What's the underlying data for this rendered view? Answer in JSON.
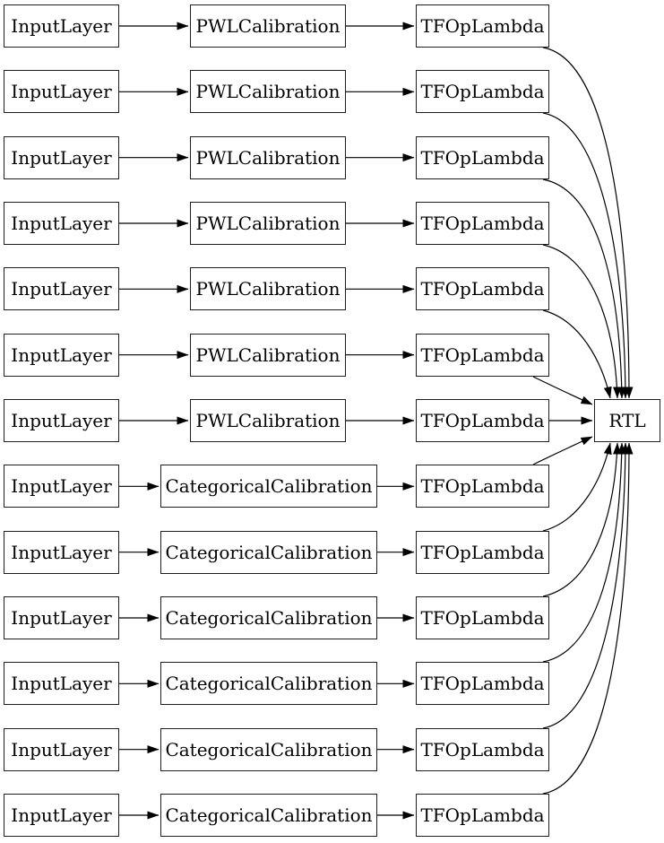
{
  "diagram": {
    "colors": {
      "background": "#ffffff",
      "node_fill": "#ffffff",
      "node_border": "#1f1f1f",
      "edge": "#000000",
      "text": "#000000"
    },
    "rtl_label": "RTL",
    "rows": [
      {
        "input": "InputLayer",
        "calibration": "PWLCalibration",
        "op": "TFOpLambda"
      },
      {
        "input": "InputLayer",
        "calibration": "PWLCalibration",
        "op": "TFOpLambda"
      },
      {
        "input": "InputLayer",
        "calibration": "PWLCalibration",
        "op": "TFOpLambda"
      },
      {
        "input": "InputLayer",
        "calibration": "PWLCalibration",
        "op": "TFOpLambda"
      },
      {
        "input": "InputLayer",
        "calibration": "PWLCalibration",
        "op": "TFOpLambda"
      },
      {
        "input": "InputLayer",
        "calibration": "PWLCalibration",
        "op": "TFOpLambda"
      },
      {
        "input": "InputLayer",
        "calibration": "PWLCalibration",
        "op": "TFOpLambda"
      },
      {
        "input": "InputLayer",
        "calibration": "CategoricalCalibration",
        "op": "TFOpLambda"
      },
      {
        "input": "InputLayer",
        "calibration": "CategoricalCalibration",
        "op": "TFOpLambda"
      },
      {
        "input": "InputLayer",
        "calibration": "CategoricalCalibration",
        "op": "TFOpLambda"
      },
      {
        "input": "InputLayer",
        "calibration": "CategoricalCalibration",
        "op": "TFOpLambda"
      },
      {
        "input": "InputLayer",
        "calibration": "CategoricalCalibration",
        "op": "TFOpLambda"
      },
      {
        "input": "InputLayer",
        "calibration": "CategoricalCalibration",
        "op": "TFOpLambda"
      }
    ]
  }
}
